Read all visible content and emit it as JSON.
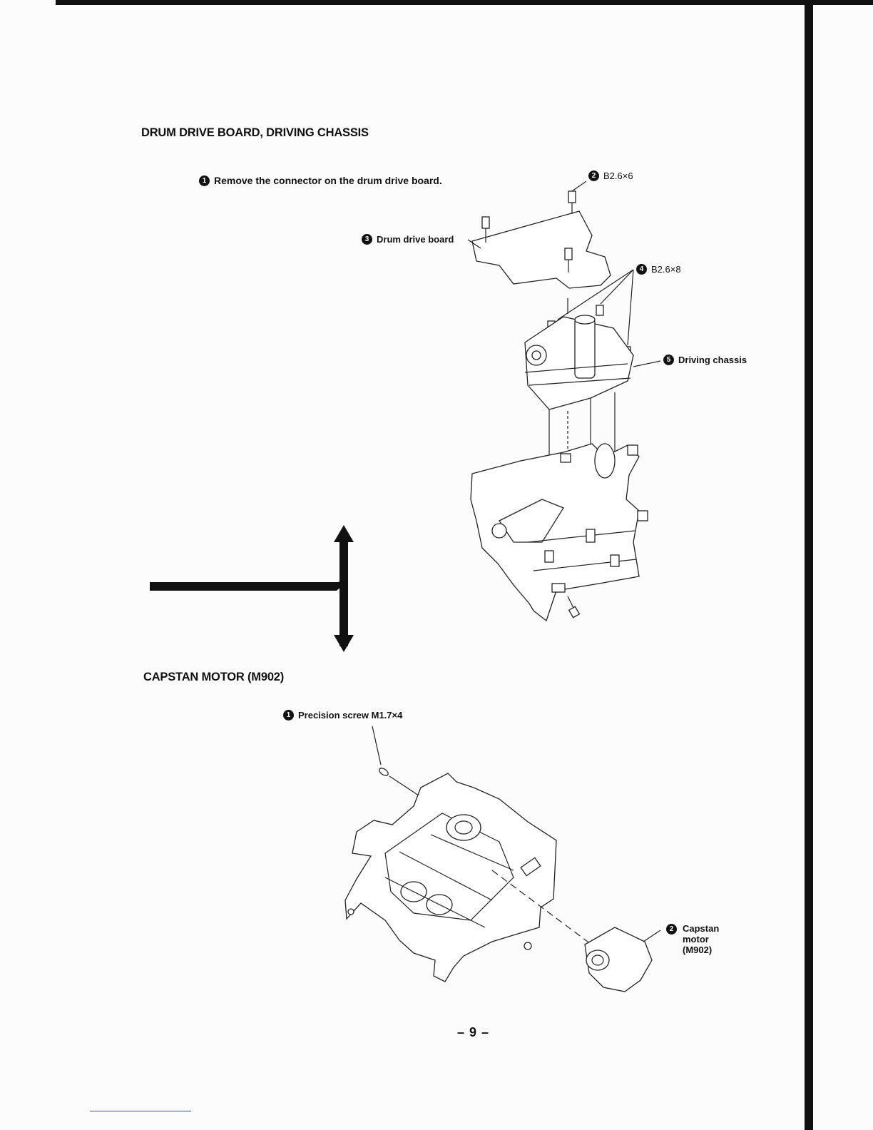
{
  "section1": {
    "title": "DRUM DRIVE BOARD, DRIVING CHASSIS",
    "callouts": [
      {
        "num": "1",
        "text": "Remove the connector on the drum drive board."
      },
      {
        "num": "2",
        "text": "B2.6×6"
      },
      {
        "num": "3",
        "text": "Drum drive board"
      },
      {
        "num": "4",
        "text": "B2.6×8"
      },
      {
        "num": "5",
        "text": "Driving chassis"
      }
    ]
  },
  "section2": {
    "title": "CAPSTAN MOTOR (M902)",
    "callouts": [
      {
        "num": "1",
        "text": "Precision screw M1.7×4"
      },
      {
        "num": "2",
        "line1": "Capstan",
        "line2": "motor",
        "line3": "(M902)"
      }
    ]
  },
  "page_number": "– 9 –",
  "icons": [
    "exploded-chassis-diagram",
    "flow-arrow",
    "capstan-motor-diagram"
  ]
}
